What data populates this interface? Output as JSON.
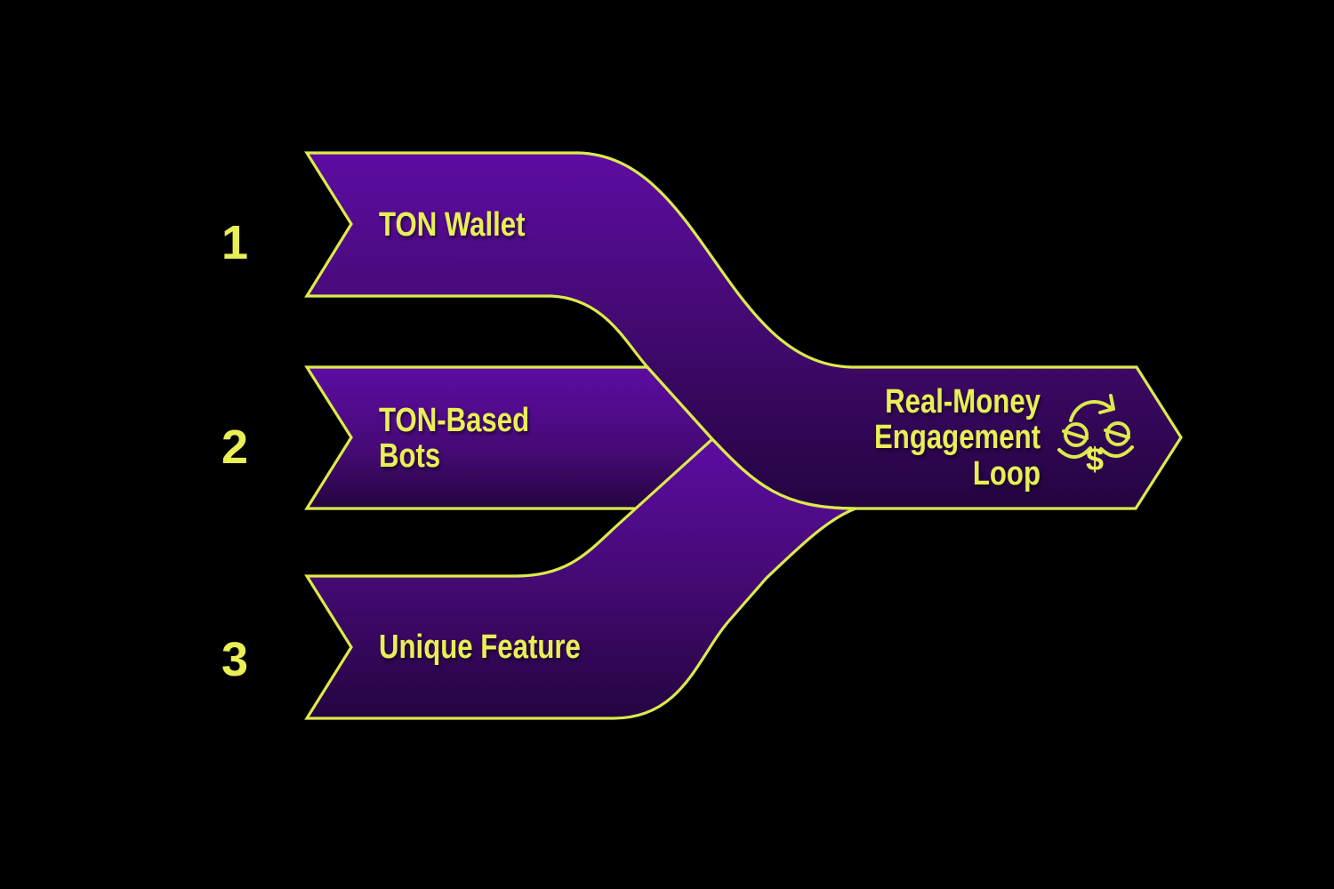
{
  "diagram": {
    "type": "three-input merge flow infographic",
    "steps": [
      {
        "number": "1",
        "lines": [
          "TON Wallet"
        ]
      },
      {
        "number": "2",
        "lines": [
          "TON-Based",
          "Bots"
        ]
      },
      {
        "number": "3",
        "lines": [
          "Unique Feature"
        ]
      }
    ],
    "result": {
      "lines": [
        "Real-Money",
        "Engagement",
        "Loop"
      ],
      "icon": "money-exchange-icon",
      "dollar_glyph": "$"
    }
  },
  "colors": {
    "background": "#000000",
    "accent_yellow": "#dde94c",
    "text_yellow": "#e9ef55",
    "purple_bright": "#5d0ca3",
    "purple_mid": "#450a74",
    "purple_dark": "#240440"
  }
}
